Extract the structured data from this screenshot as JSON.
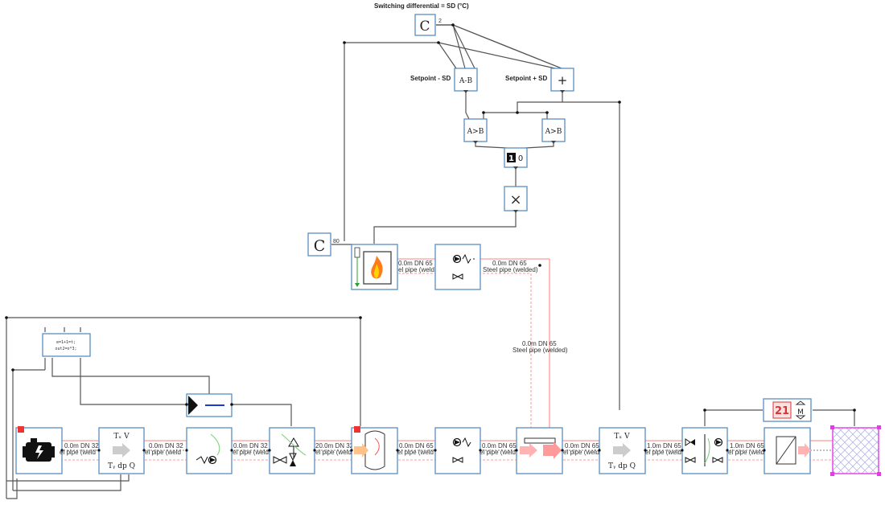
{
  "labels": {
    "switching_differential": "Switching differential = SD (°C)",
    "setpoint_minus": "Setpoint - SD",
    "setpoint_plus": "Setpoint + SD",
    "const_c_top": "C",
    "const_c_top_value": "2",
    "const_c_left": "C",
    "const_c_left_value": "80",
    "op_subtract": "A-B",
    "op_add": "+",
    "op_compare_left": "A>B",
    "op_compare_right": "A>B",
    "flipflop_1": "1",
    "flipflop_0": "0",
    "op_multiply": "×",
    "code_line1": "e=1+1=t;",
    "code_line2": "out2=o*3;",
    "display_value": "21",
    "display_mode": "M"
  },
  "sensor_labels": {
    "tx_v_1": "Tₓ V",
    "ty_dp_q_1": "Tᵧ dp Q",
    "tx_v_2": "Tₓ V",
    "ty_dp_q_2": "Tᵧ dp Q"
  },
  "pipes": [
    {
      "length": "0.0m DN 32",
      "material": "el pipe (weld"
    },
    {
      "length": "0.0m DN 32",
      "material": "el pipe (weld"
    },
    {
      "length": "0.0m DN 32",
      "material": "el pipe (weld"
    },
    {
      "length": "20.0m DN 32",
      "material": "el pipe (weld"
    },
    {
      "length": "0.0m DN 65",
      "material": "el pipe (weld"
    },
    {
      "length": "0.0m DN 65",
      "material": "el pipe (weld"
    },
    {
      "length": "0.0m DN 65",
      "material": "el pipe (weld"
    },
    {
      "length": "1.0m DN 65",
      "material": "el pipe (weld"
    },
    {
      "length": "1.0m DN 65",
      "material": "el pipe (weld"
    }
  ],
  "upper_pipes": [
    {
      "length": "0.0m DN 65",
      "material": "el pipe (weld"
    },
    {
      "length": "0.0m DN 65",
      "material": "Steel pipe (welded)"
    }
  ],
  "vertical_pipe": {
    "length": "0.0m DN 65",
    "material": "Steel pipe (welded)"
  }
}
